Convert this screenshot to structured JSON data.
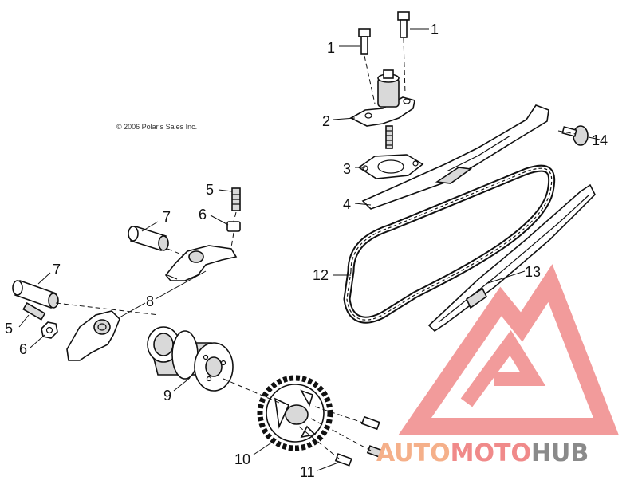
{
  "copyright": "© 2006 Polaris Sales Inc.",
  "callouts": {
    "c1a": "1",
    "c1b": "1",
    "c2": "2",
    "c3": "3",
    "c4": "4",
    "c5a": "5",
    "c5b": "5",
    "c6a": "6",
    "c6b": "6",
    "c7a": "7",
    "c7b": "7",
    "c8": "8",
    "c9": "9",
    "c10": "10",
    "c11": "11",
    "c12": "12",
    "c13": "13",
    "c14": "14"
  },
  "watermark": {
    "part1": "AUTO",
    "part2": "MOTO",
    "part3": "HUB",
    "color_primary": "#f5b08a",
    "color_secondary": "#f08a8a",
    "color_dark": "#8a8a8a"
  }
}
